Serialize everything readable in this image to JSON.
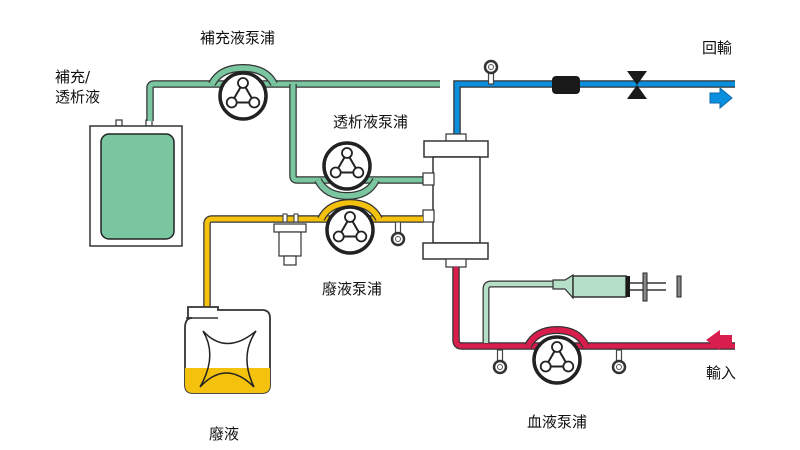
{
  "labels": {
    "replacement_pump": "補充液泵浦",
    "replacement_dialysate": "補充/\n透析液",
    "dialysate_pump": "透析液泵浦",
    "effluent_pump": "廢液泵浦",
    "effluent": "廢液",
    "blood_pump": "血液泵浦",
    "return": "回輸",
    "access": "輸入"
  },
  "colors": {
    "dialysate_line": "#7ac6a0",
    "return_line": "#0a8fde",
    "effluent_line": "#f4c20d",
    "blood_line": "#d91e4e",
    "syringe_fluid": "#b5dfc6",
    "outline": "#222222"
  }
}
